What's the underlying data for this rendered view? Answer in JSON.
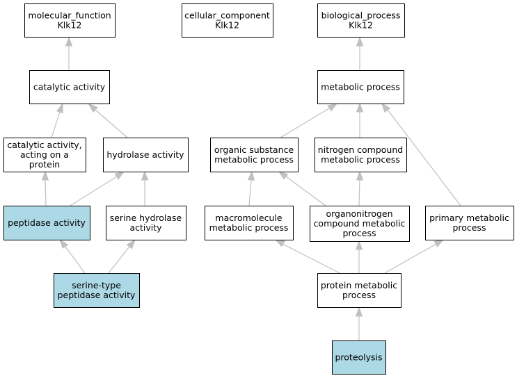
{
  "colors": {
    "highlight_fill": "#add8e6",
    "node_fill": "#ffffff",
    "node_border": "#000000",
    "edge": "#c0c0c0"
  },
  "nodes": {
    "mf_root": [
      "molecular_function",
      "Klk12"
    ],
    "cc_root": [
      "cellular_component",
      "Klk12"
    ],
    "bp_root": [
      "biological_process",
      "Klk12"
    ],
    "catalytic_activity": [
      "catalytic activity"
    ],
    "catalytic_activity_protein": [
      "catalytic activity,",
      "acting on a",
      "protein"
    ],
    "hydrolase_activity": [
      "hydrolase activity"
    ],
    "peptidase_activity": [
      "peptidase activity"
    ],
    "serine_hydrolase_activity": [
      "serine hydrolase",
      "activity"
    ],
    "serine_peptidase_activity": [
      "serine-type",
      "peptidase activity"
    ],
    "metabolic_process": [
      "metabolic process"
    ],
    "organic_substance_metabolic": [
      "organic substance",
      "metabolic process"
    ],
    "nitrogen_compound_metabolic": [
      "nitrogen compound",
      "metabolic process"
    ],
    "macromolecule_metabolic": [
      "macromolecule",
      "metabolic process"
    ],
    "organonitrogen_metabolic": [
      "organonitrogen",
      "compound metabolic",
      "process"
    ],
    "primary_metabolic": [
      "primary metabolic",
      "process"
    ],
    "protein_metabolic": [
      "protein metabolic",
      "process"
    ],
    "proteolysis": [
      "proteolysis"
    ]
  }
}
